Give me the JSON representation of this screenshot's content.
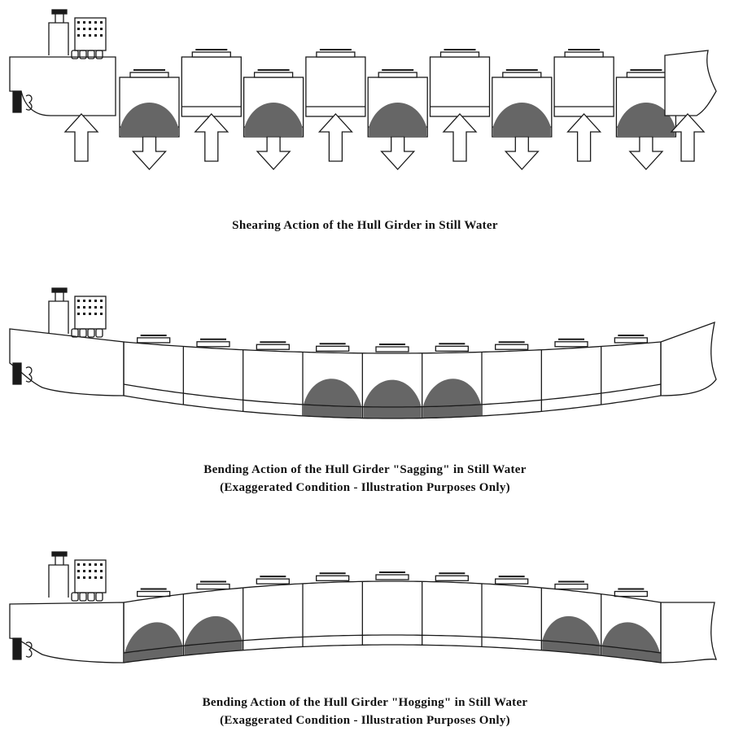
{
  "figure": {
    "fill_color": "#666666",
    "line_color": "#1a1a1a",
    "shearing": {
      "caption": "Shearing Action of the Hull Girder in Still Water",
      "holds": [
        "loaded",
        "empty",
        "loaded",
        "empty",
        "loaded",
        "empty",
        "loaded",
        "empty",
        "loaded"
      ],
      "forces": [
        "up",
        "down",
        "up",
        "down",
        "up",
        "down",
        "up",
        "down",
        "up",
        "down",
        "up"
      ]
    },
    "sagging": {
      "caption_line1": "Bending Action of the Hull Girder \"Sagging\" in Still Water",
      "caption_line2": "(Exaggerated Condition - Illustration Purposes Only)",
      "holds": [
        "empty",
        "empty",
        "empty",
        "loaded",
        "loaded",
        "loaded",
        "empty",
        "empty",
        "empty"
      ]
    },
    "hogging": {
      "caption_line1": "Bending Action of the Hull Girder \"Hogging\" in Still Water",
      "caption_line2": "(Exaggerated Condition - Illustration Purposes Only)",
      "holds": [
        "loaded",
        "loaded",
        "empty",
        "empty",
        "empty",
        "empty",
        "empty",
        "loaded",
        "loaded"
      ]
    }
  }
}
